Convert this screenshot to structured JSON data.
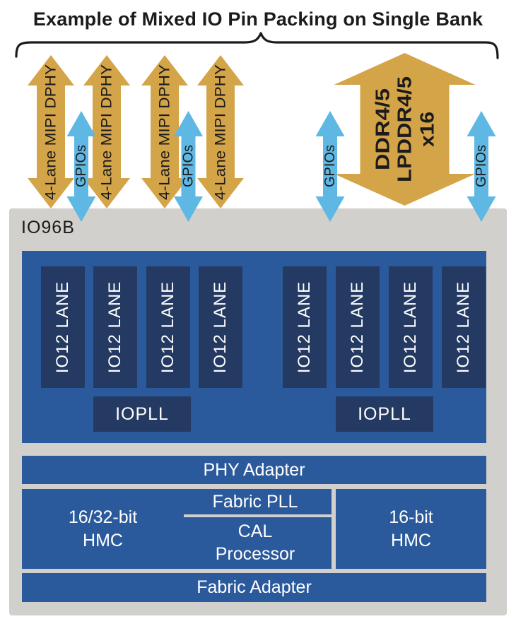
{
  "title": "Example of Mixed IO Pin Packing on Single Bank",
  "arrows": {
    "mipi": [
      {
        "label": "4-Lane MIPI DPHY"
      },
      {
        "label": "4-Lane MIPI DPHY"
      },
      {
        "label": "4-Lane MIPI DPHY"
      },
      {
        "label": "4-Lane MIPI DPHY"
      }
    ],
    "gpio": [
      {
        "label": "GPIOs"
      },
      {
        "label": "GPIOs"
      },
      {
        "label": "GPIOs"
      },
      {
        "label": "GPIOs"
      }
    ],
    "ddr": {
      "lines": [
        "DDR4/5",
        "LPDDR4/5",
        "x16"
      ]
    }
  },
  "io96b": {
    "label": "IO96B",
    "lanes": [
      "IO12 LANE",
      "IO12 LANE",
      "IO12 LANE",
      "IO12 LANE",
      "IO12 LANE",
      "IO12 LANE",
      "IO12 LANE",
      "IO12 LANE"
    ],
    "iopll": [
      "IOPLL",
      "IOPLL"
    ],
    "phy_adapter": "PHY Adapter",
    "hmc_left": "16/32-bit\nHMC",
    "fabric_pll": "Fabric PLL",
    "cal_processor": "CAL\nProcessor",
    "hmc_right": "16-bit\nHMC",
    "fabric_adapter": "Fabric Adapter"
  },
  "colors": {
    "gold": "#d4a449",
    "gpio_blue": "#5fb8e4",
    "bank_gray": "#d2d0cc",
    "box_blue": "#2b5a9c",
    "navy": "#243a62",
    "text_dark": "#1b1b1b",
    "text_light": "#ffffff"
  }
}
